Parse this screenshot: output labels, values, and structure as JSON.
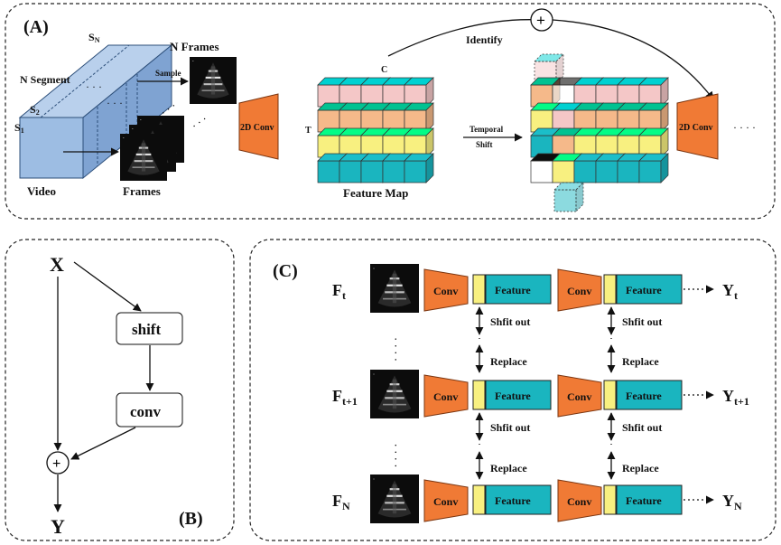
{
  "panel_a": {
    "tag": "(A)",
    "s_n": "S N",
    "n_segment": "N Segment",
    "s2": "S",
    "s2_sub": "2",
    "s1": "S",
    "s1_sub": "1",
    "video": "Video",
    "frames": "Frames",
    "n_frames": "N Frames",
    "sample": "Sample",
    "conv_left": "2D Conv",
    "c": "C",
    "t": "T",
    "feature_map": "Feature Map",
    "temporal": "Temporal",
    "shift": "Shift",
    "identify": "Identify",
    "plus": "+",
    "conv_right": "2D Conv",
    "dots": "· · · ·"
  },
  "panel_b": {
    "tag": "(B)",
    "x": "X",
    "shift": "shift",
    "conv": "conv",
    "plus": "+",
    "y": "Y"
  },
  "panel_c": {
    "tag": "(C)",
    "rows": [
      {
        "f": "F",
        "f_sub": "t",
        "y": "Y",
        "y_sub": "t"
      },
      {
        "f": "F",
        "f_sub": "t+1",
        "y": "Y",
        "y_sub": "t+1"
      },
      {
        "f": "F",
        "f_sub": "N",
        "y": "Y",
        "y_sub": "N"
      }
    ],
    "conv": "Conv",
    "feature": "Feature",
    "shift_out": "Shfit out",
    "replace": "Replace"
  },
  "colors": {
    "pink": "#f4c7c7",
    "orange_feat": "#f5b98a",
    "yellow": "#f8f080",
    "teal": "#1ab5bf",
    "conv_orange": "#f07a35",
    "video_blue": "#9dbde3"
  }
}
